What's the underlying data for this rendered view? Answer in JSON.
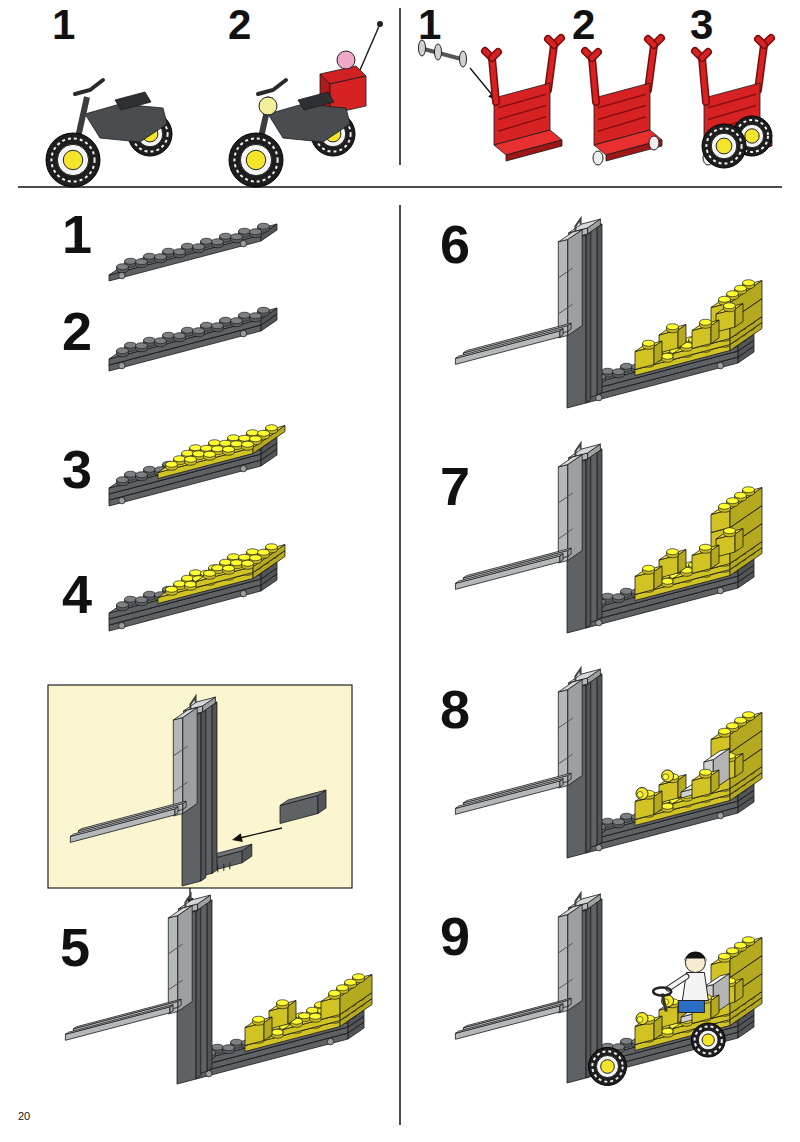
{
  "diagram": {
    "labels": [
      "1",
      "2",
      "1",
      "2",
      "3",
      "1",
      "2",
      "3",
      "4",
      "5",
      "6",
      "7",
      "8",
      "9",
      "20"
    ]
  }
}
